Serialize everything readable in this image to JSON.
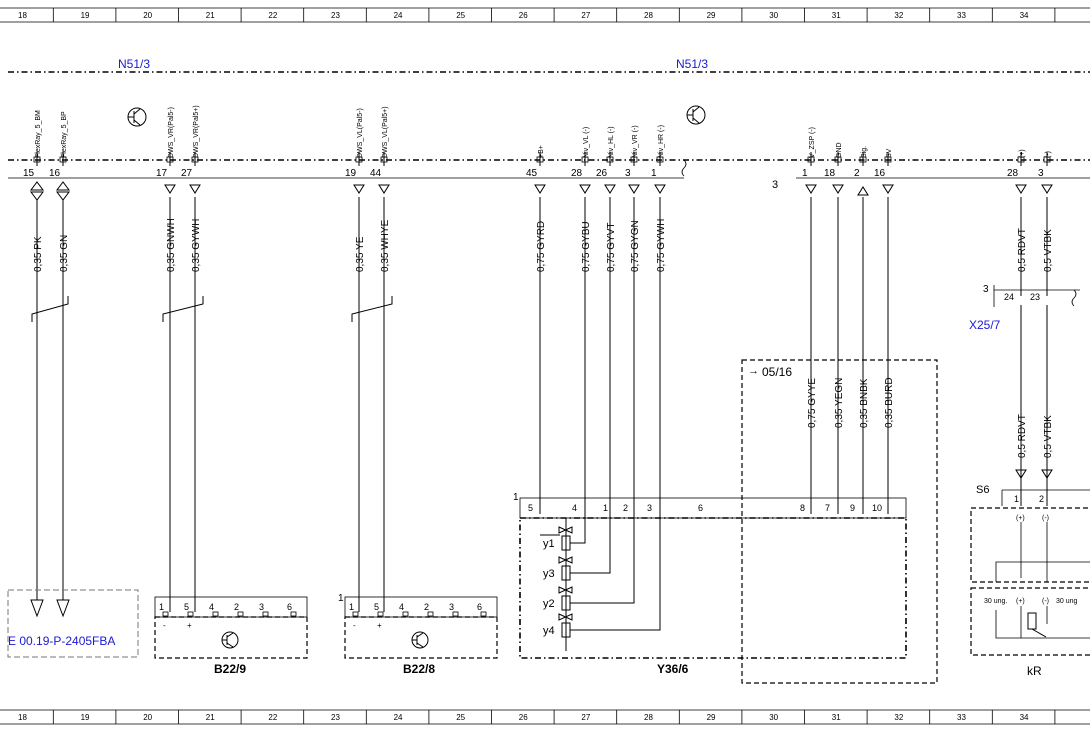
{
  "grid_numbers": [
    "18",
    "19",
    "20",
    "21",
    "22",
    "23",
    "24",
    "25",
    "26",
    "27",
    "28",
    "29",
    "30",
    "31",
    "32",
    "33",
    "34"
  ],
  "components": {
    "n51_left": "N51/3",
    "n51_right": "N51/3",
    "b22_9": "B22/9",
    "b22_8": "B22/8",
    "y36_6": "Y36/6",
    "x25_7": "X25/7",
    "s6": "S6",
    "kr": "kR",
    "ref_05_16": "05/16",
    "ref_doc": "E 00.19-P-2405FBA"
  },
  "top_pins": [
    {
      "label": "FlexRay_5_BM",
      "num": "15",
      "wire": "0,35 PK"
    },
    {
      "label": "FlexRay_5_BP",
      "num": "16",
      "wire": "0,35 GN"
    },
    {
      "label": "DWS_VR(Pal5-)",
      "num": "17",
      "wire": "0,35 GNWH"
    },
    {
      "label": "DWS_VR(Pal5+)",
      "num": "27",
      "wire": "0,35 GYWH"
    },
    {
      "label": "DWS_VL(Pal5-)",
      "num": "19",
      "wire": "0,35 YE"
    },
    {
      "label": "DWS_VL(Pal5+)",
      "num": "44",
      "wire": "0,35 WHYE"
    },
    {
      "label": "+B+",
      "num": "45",
      "wire": "0,75 GYRD"
    },
    {
      "label": "Niv_VL (-)",
      "num": "28",
      "wire": "0,75 GYBU"
    },
    {
      "label": "Niv_HL (-)",
      "num": "26",
      "wire": "0,75 GYVT"
    },
    {
      "label": "Niv_VR (-)",
      "num": "3",
      "wire": "0,75 GYGN"
    },
    {
      "label": "Niv_HR (-)",
      "num": "1",
      "wire": "0,75 GYWH"
    },
    {
      "label": "V_ZSP (-)",
      "num": "1",
      "wire": "0,75 GYYE"
    },
    {
      "label": "GND",
      "num": "18",
      "wire": "0,35 YEGN"
    },
    {
      "label": "Sig.",
      "num": "2",
      "wire": "0,35 BNBK"
    },
    {
      "label": "SV",
      "num": "16",
      "wire": "0,35 BURD"
    },
    {
      "label": "(+)",
      "num": "28",
      "wire": "0,5 RDVT"
    },
    {
      "label": "(-)",
      "num": "3",
      "wire": "0,5 VTBK"
    }
  ],
  "lower_wires": [
    "0,5 RDVT",
    "0,5 VTBK"
  ],
  "misc": {
    "three_a": "3",
    "three_b": "3",
    "one_a": "1",
    "one_b": "1",
    "x25_pin_24": "24",
    "x25_pin_23": "23",
    "s6_pin_1": "1",
    "s6_pin_2": "2",
    "s6_plus": "(+)",
    "s6_minus": "(-)",
    "kr_a": "30 ung.",
    "kr_b": "(+)",
    "kr_c": "(-)",
    "kr_d": "30 ung"
  },
  "b22_9_pins": [
    "1",
    "5",
    "4",
    "2",
    "3",
    "6"
  ],
  "b22_8_pins": [
    "1",
    "5",
    "4",
    "2",
    "3",
    "6"
  ],
  "y36_pins": [
    "5",
    "4",
    "1",
    "2",
    "3",
    "6",
    "8",
    "7",
    "9",
    "10"
  ],
  "y36_valves": [
    "y1",
    "y3",
    "y2",
    "y4"
  ],
  "sensor_signs": [
    "-",
    "+"
  ]
}
